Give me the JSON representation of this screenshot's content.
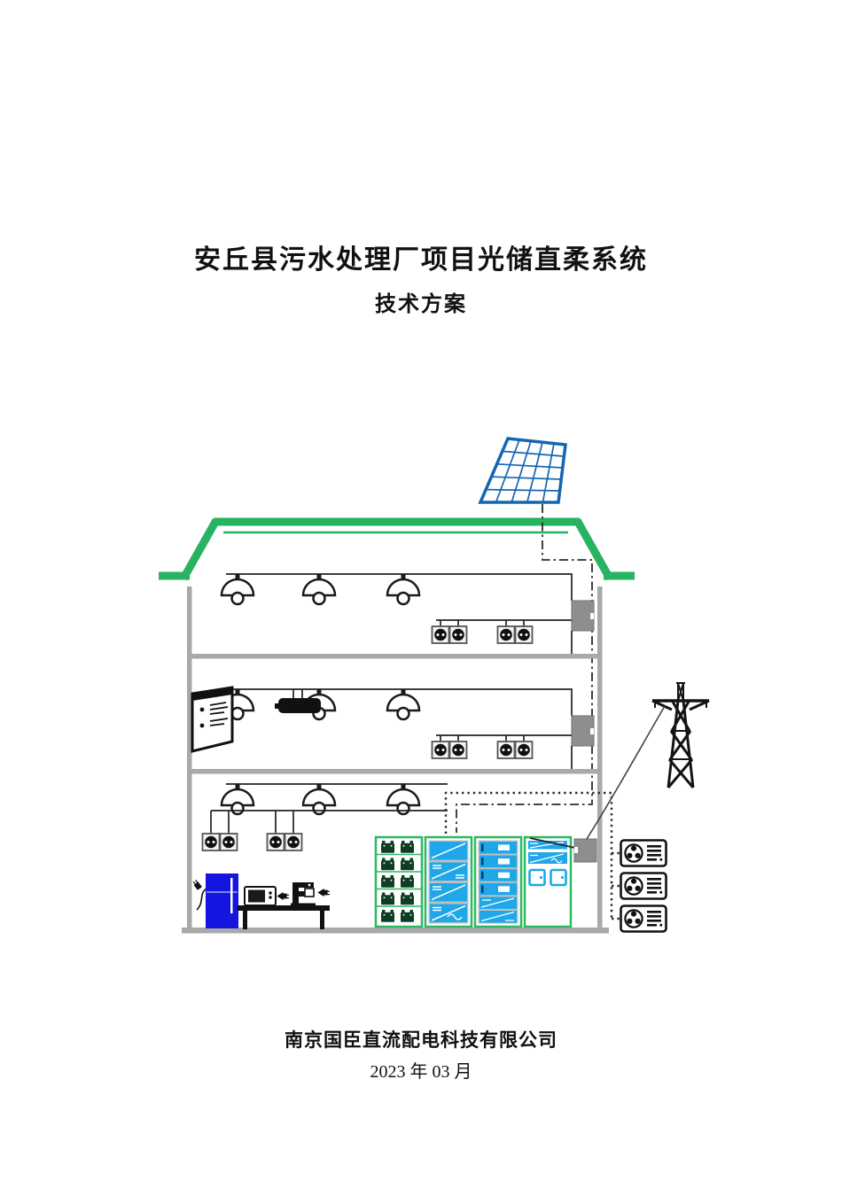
{
  "page": {
    "title": "安丘县污水处理厂项目光储直柔系统",
    "subtitle": "技术方案",
    "company": "南京国臣直流配电科技有限公司",
    "date": "2023 年 03 月"
  },
  "colors": {
    "roof_green": "#27b361",
    "cabinet_green": "#2db863",
    "panel_blue": "#1566b2",
    "module_blue": "#1ea7e9",
    "fridge_blue": "#1515df",
    "wall_gray": "#a9a9a9",
    "box_gray": "#8e8e8e",
    "battery_green": "#0e3d24"
  },
  "diagram": {
    "icon_names": [
      "solar-panel-icon",
      "green-roof",
      "ceiling-lamp-icon",
      "power-socket-icon",
      "distribution-box-icon",
      "projection-screen-icon",
      "projector-icon",
      "battery-cabinet",
      "inverter-cabinet",
      "converter-rack-cabinet",
      "control-cabinet",
      "refrigerator-icon",
      "microwave-icon",
      "coffee-machine-icon",
      "table",
      "fan-unit-icon",
      "transmission-tower-icon",
      "grid-connection-wire",
      "pv-dc-line",
      "dc-bus-line"
    ],
    "floors": 3,
    "ceiling_lamp_count": 9,
    "socket_count": 12,
    "distribution_box_count": 3,
    "fan_unit_count": 3
  }
}
